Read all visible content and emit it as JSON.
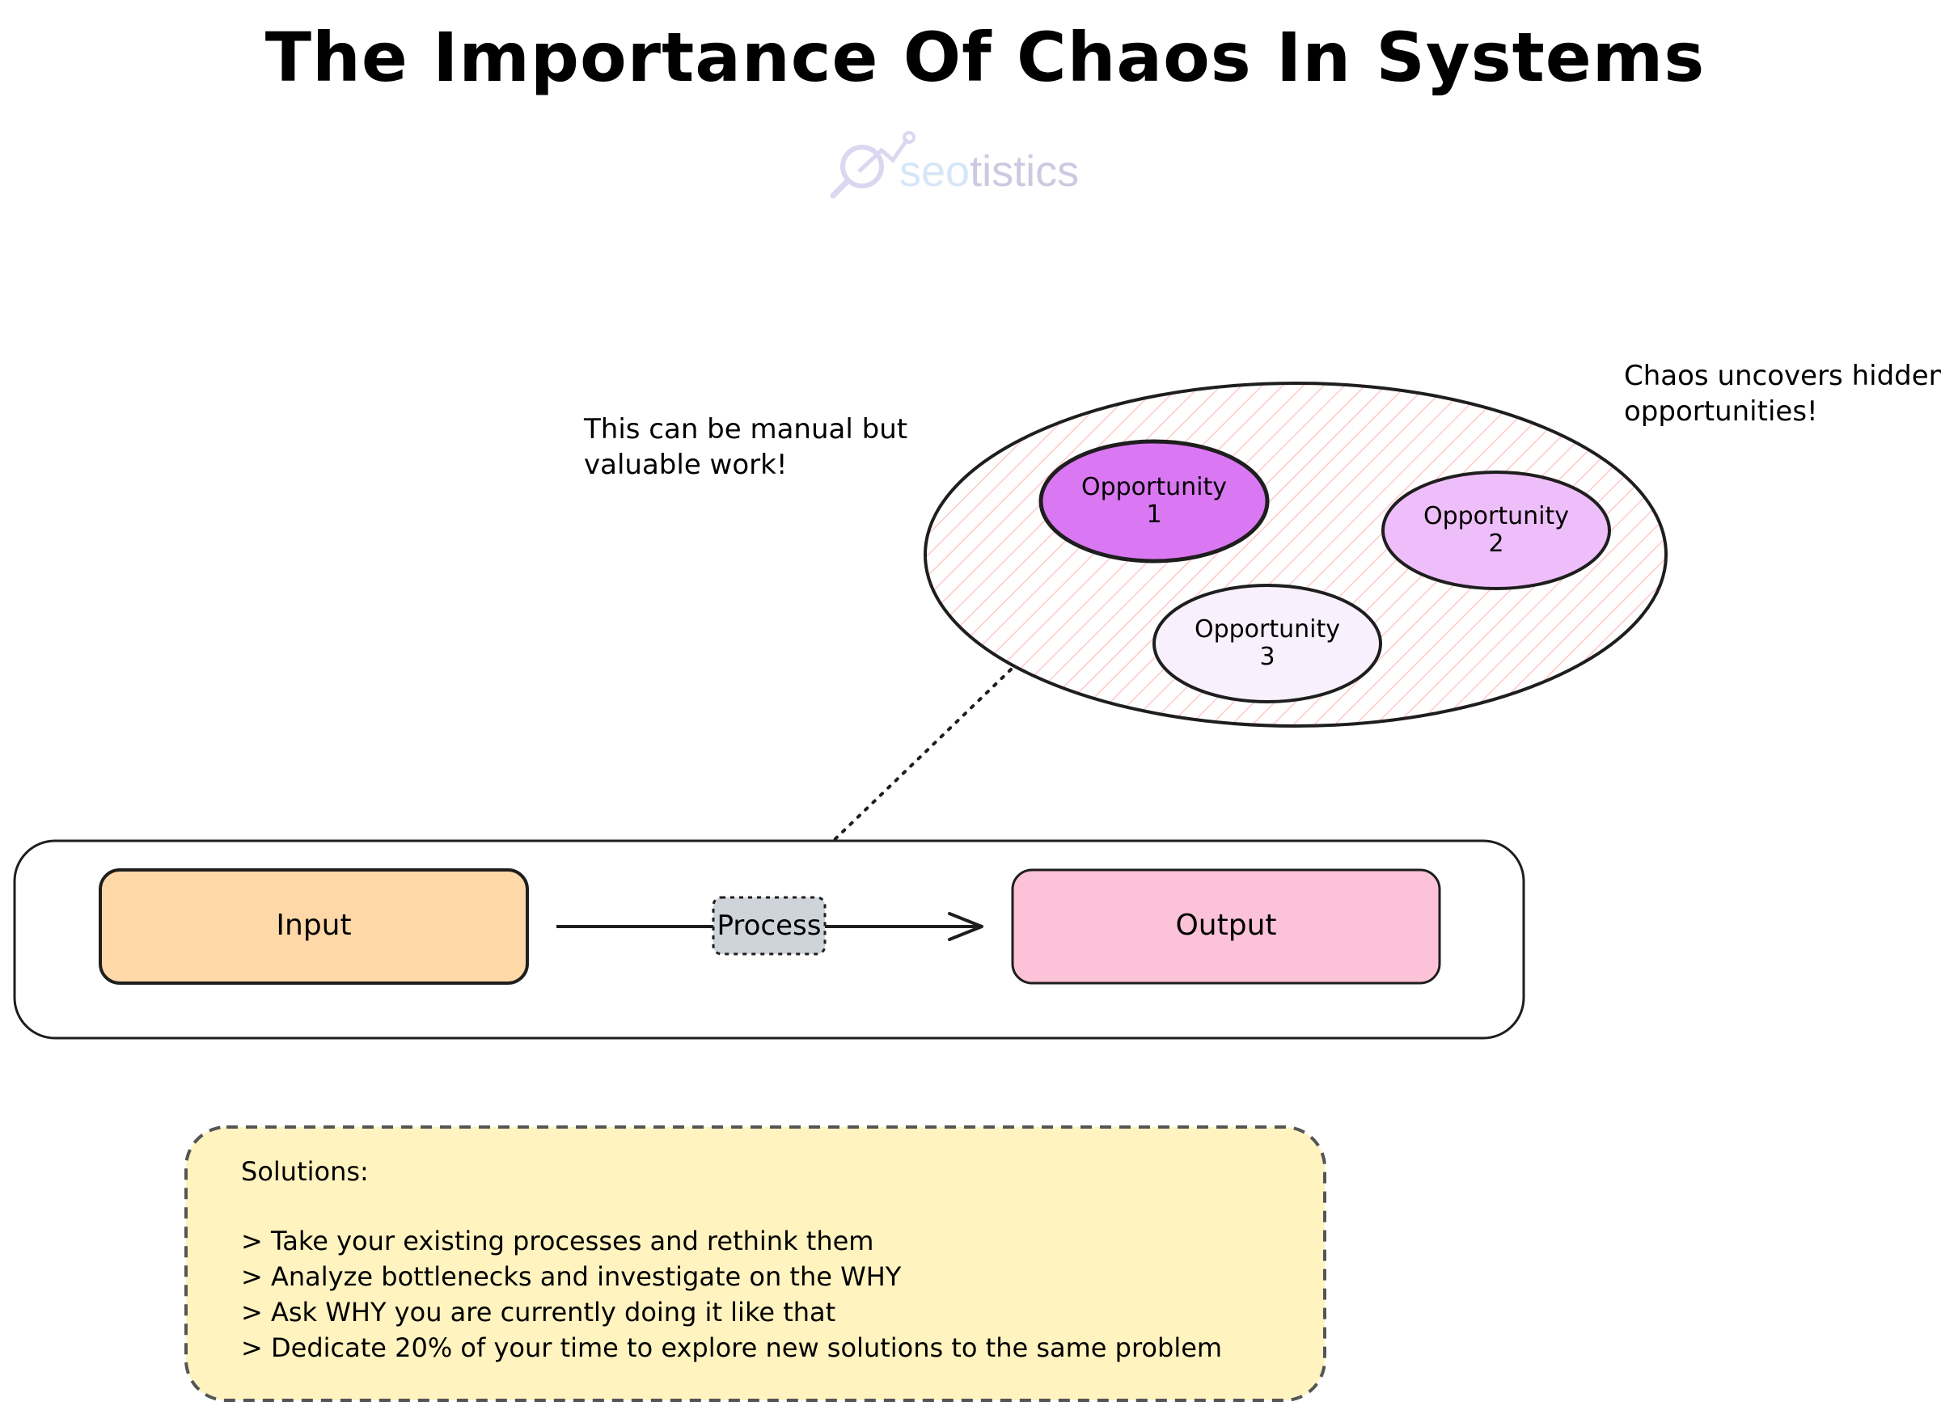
{
  "title": "The Importance Of Chaos In Systems",
  "logo": {
    "part1": "seo",
    "part2": "tistics"
  },
  "annotations": {
    "manual_line1": "This can be manual but",
    "manual_line2": "valuable work!",
    "chaos_line1": "Chaos uncovers hidden",
    "chaos_line2": "opportunities!"
  },
  "opportunities": [
    {
      "label": "Opportunity",
      "number": "1",
      "color": "#da77f2"
    },
    {
      "label": "Opportunity",
      "number": "2",
      "color": "#eebefa"
    },
    {
      "label": "Opportunity",
      "number": "3",
      "color": "#f8f0fc"
    }
  ],
  "flow": {
    "input": "Input",
    "process": "Process",
    "output": "Output",
    "input_color": "#ffd8a8",
    "output_color": "#fcc2d7",
    "process_color": "#ced4da"
  },
  "solutions": {
    "heading": "Solutions:",
    "items": [
      "> Take your existing processes and rethink them",
      "> Analyze bottlenecks and investigate on the WHY",
      "> Ask WHY you are currently doing it like that",
      "> Dedicate 20% of your time to explore new solutions to the same problem"
    ],
    "color": "#fff3bf"
  }
}
